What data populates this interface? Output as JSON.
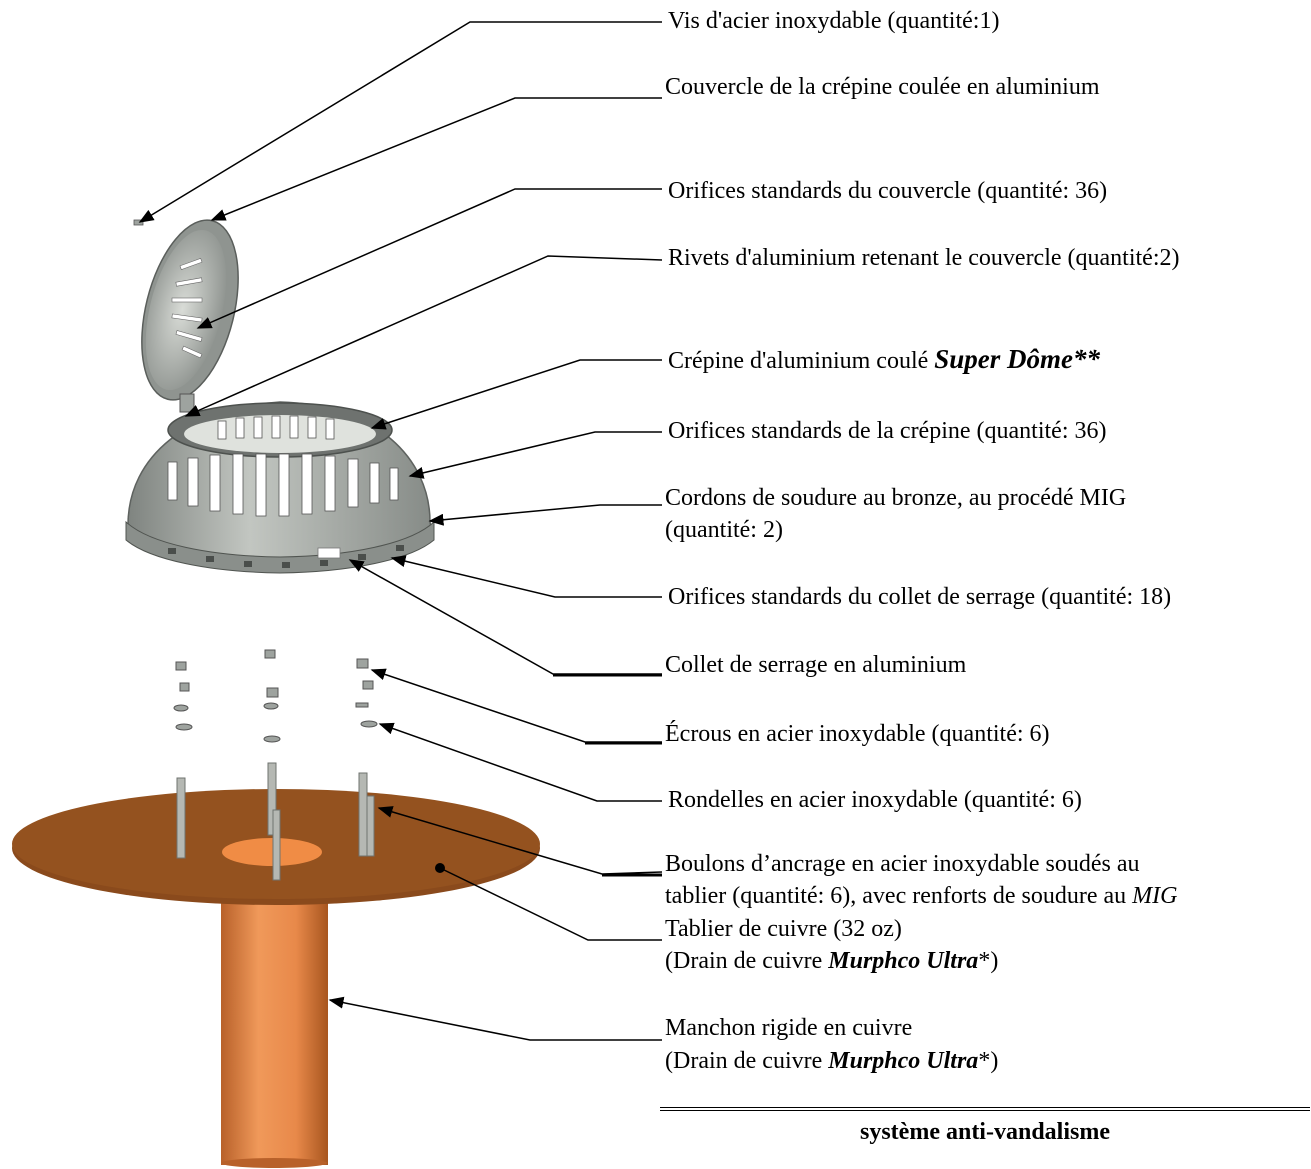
{
  "labels": {
    "screw": "Vis d'acier inoxydable (quantité:1)",
    "cover": "Couvercle de la crépine coulée en aluminium",
    "cover_holes": "Orifices standards du couvercle (quantité: 36)",
    "rivets": "Rivets d'aluminium retenant le couvercle (quantité:2)",
    "strainer_prefix": "Crépine d'aluminium coulé ",
    "strainer_brand": "Super Dôme**",
    "strainer_holes": "Orifices standards de la crépine (quantité: 36)",
    "welds_line1": "Cordons de soudure au bronze, au procédé MIG",
    "welds_line2": "(quantité: 2)",
    "collar_holes": "Orifices standards du collet de serrage (quantité: 18)",
    "collar": "Collet de serrage en aluminium",
    "nuts": "Écrous en acier inoxydable (quantité: 6)",
    "washers": "Rondelles en acier inoxydable (quantité: 6)",
    "bolts_line1": "Boulons d’ancrage en acier inoxydable soudés au",
    "bolts_line2_prefix": "tablier (quantité: 6), avec renforts de soudure au ",
    "bolts_line2_em": "MIG",
    "flange_line1": "Tablier de cuivre (32 oz)",
    "flange_line2_prefix": "(Drain de cuivre ",
    "flange_line2_brand": "Murphco Ultra",
    "flange_line2_suffix": "*)",
    "sleeve_line1": "Manchon rigide en cuivre",
    "sleeve_line2_prefix": "(Drain de cuivre ",
    "sleeve_line2_brand": "Murphco Ultra",
    "sleeve_line2_suffix": "*)"
  },
  "footer": "système anti-vandalisme",
  "colors": {
    "copper": "#e8894a",
    "copper_dark": "#8a4a1c",
    "aluminum": "#9ea39f",
    "aluminum_light": "#d8dbd6",
    "line": "#000000"
  }
}
